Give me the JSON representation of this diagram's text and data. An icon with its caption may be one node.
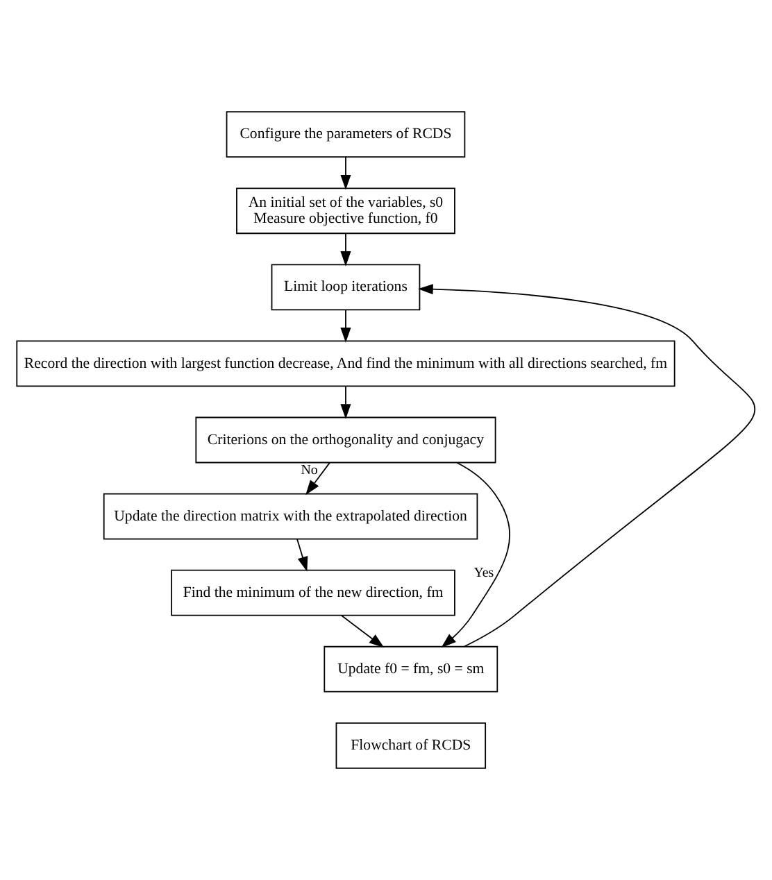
{
  "diagram": {
    "nodes": [
      {
        "text": [
          "Configure the parameters of RCDS"
        ]
      },
      {
        "text": [
          "An initial set of the variables, s0",
          "Measure objective function, f0"
        ]
      },
      {
        "text": [
          "Limit loop iterations"
        ]
      },
      {
        "text": [
          "Record the direction with largest function decrease, And find the minimum with all directions searched, fm"
        ]
      },
      {
        "text": [
          "Criterions on the orthogonality and conjugacy"
        ]
      },
      {
        "text": [
          "Update the direction matrix with the extrapolated direction"
        ]
      },
      {
        "text": [
          "Find the minimum of the new direction, fm"
        ]
      },
      {
        "text": [
          "Update f0 = fm, s0 = sm"
        ]
      },
      {
        "text": [
          "Flowchart of RCDS"
        ]
      }
    ],
    "edges": [
      {
        "from": 0,
        "to": 1,
        "arrow": "to"
      },
      {
        "from": 1,
        "to": 2,
        "arrow": "to"
      },
      {
        "from": 2,
        "to": 3,
        "arrow": "to"
      },
      {
        "from": 3,
        "to": 4,
        "arrow": "to"
      },
      {
        "from": 4,
        "to": 5,
        "arrow": "to",
        "label": "No"
      },
      {
        "from": 5,
        "to": 6,
        "arrow": "to"
      },
      {
        "from": 6,
        "to": 7,
        "arrow": "to"
      },
      {
        "from": 4,
        "to": 7,
        "arrow": "to",
        "label": "Yes"
      },
      {
        "from": 7,
        "to": 2,
        "arrow": "to"
      }
    ]
  }
}
